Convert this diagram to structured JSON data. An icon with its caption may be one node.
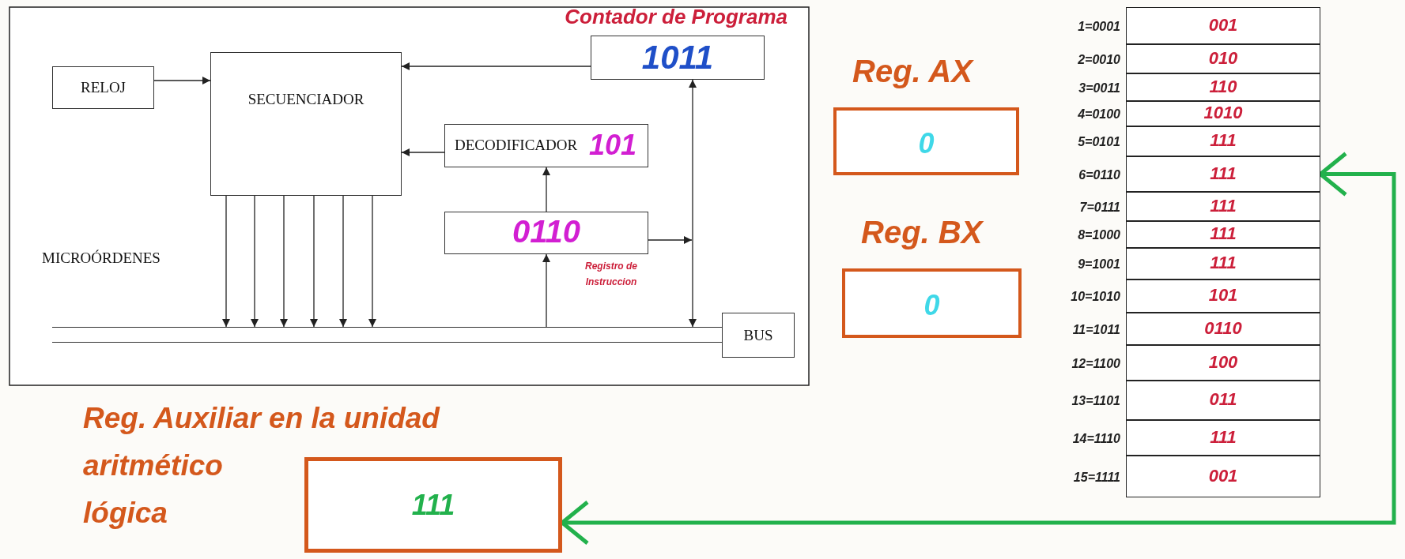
{
  "diagram": {
    "nodes": [
      {
        "text": [
          "RELOJ"
        ]
      },
      {
        "text": [
          "SECUENCIADOR"
        ]
      },
      {
        "text": [
          "Contador de Programa",
          "1011"
        ]
      },
      {
        "text": [
          "DECODIFICADOR",
          "101"
        ]
      },
      {
        "text": [
          "0110",
          "Registro de Instruccion"
        ]
      },
      {
        "text": [],
        "shape": "bar"
      },
      {
        "text": [
          "BUS"
        ]
      },
      {
        "text": [
          "Reg. AX",
          "0"
        ]
      },
      {
        "text": [
          "Reg. BX",
          "0"
        ]
      },
      {
        "text": [
          "001"
        ],
        "beside": [
          "1=0001"
        ]
      },
      {
        "text": [
          "010"
        ],
        "beside": [
          "2=0010"
        ]
      },
      {
        "text": [
          "110"
        ],
        "beside": [
          "3=0011"
        ]
      },
      {
        "text": [
          "1010"
        ],
        "beside": [
          "4=0100"
        ]
      },
      {
        "text": [
          "111"
        ],
        "beside": [
          "5=0101"
        ]
      },
      {
        "text": [
          "111"
        ],
        "beside": [
          "6=0110"
        ]
      },
      {
        "text": [
          "111"
        ],
        "beside": [
          "7=0111"
        ]
      },
      {
        "text": [
          "111"
        ],
        "beside": [
          "8=1000"
        ]
      },
      {
        "text": [
          "111"
        ],
        "beside": [
          "9=1001"
        ]
      },
      {
        "text": [
          "101"
        ],
        "beside": [
          "10=1010"
        ]
      },
      {
        "text": [
          "0110"
        ],
        "beside": [
          "11=1011"
        ]
      },
      {
        "text": [
          "100"
        ],
        "beside": [
          "12=1100"
        ]
      },
      {
        "text": [
          "011"
        ],
        "beside": [
          "13=1101"
        ]
      },
      {
        "text": [
          "111"
        ],
        "beside": [
          "14=1110"
        ]
      },
      {
        "text": [
          "001"
        ],
        "beside": [
          "15=1111"
        ]
      },
      {
        "text": [
          "Reg. Auxiliar en la unidad aritmético lógica",
          "111"
        ]
      }
    ],
    "edges": [
      {
        "from": 0,
        "to": 1,
        "arrow": "to"
      },
      {
        "from": 2,
        "to": 1,
        "arrow": "to"
      },
      {
        "from": 3,
        "to": 1,
        "arrow": "to"
      },
      {
        "from": 4,
        "to": 3,
        "arrow": "to"
      },
      {
        "from": 5,
        "to": 4,
        "arrow": "to"
      },
      {
        "from": 4,
        "to": null,
        "arrow": "to"
      },
      {
        "from": 2,
        "to": 5,
        "arrow": "both"
      },
      {
        "from": 1,
        "to": 5,
        "arrow": "to"
      },
      {
        "from": 1,
        "to": 5,
        "arrow": "to"
      },
      {
        "from": 1,
        "to": 5,
        "arrow": "to"
      },
      {
        "from": 1,
        "to": 5,
        "arrow": "to"
      },
      {
        "from": 1,
        "to": 5,
        "arrow": "to"
      },
      {
        "from": 1,
        "to": 5,
        "arrow": "to"
      },
      {
        "from": 14,
        "to": 24,
        "arrow": "both",
        "style": "thick",
        "color": "#22b14c"
      }
    ],
    "labels": [
      "MICROÓRDENES"
    ]
  }
}
